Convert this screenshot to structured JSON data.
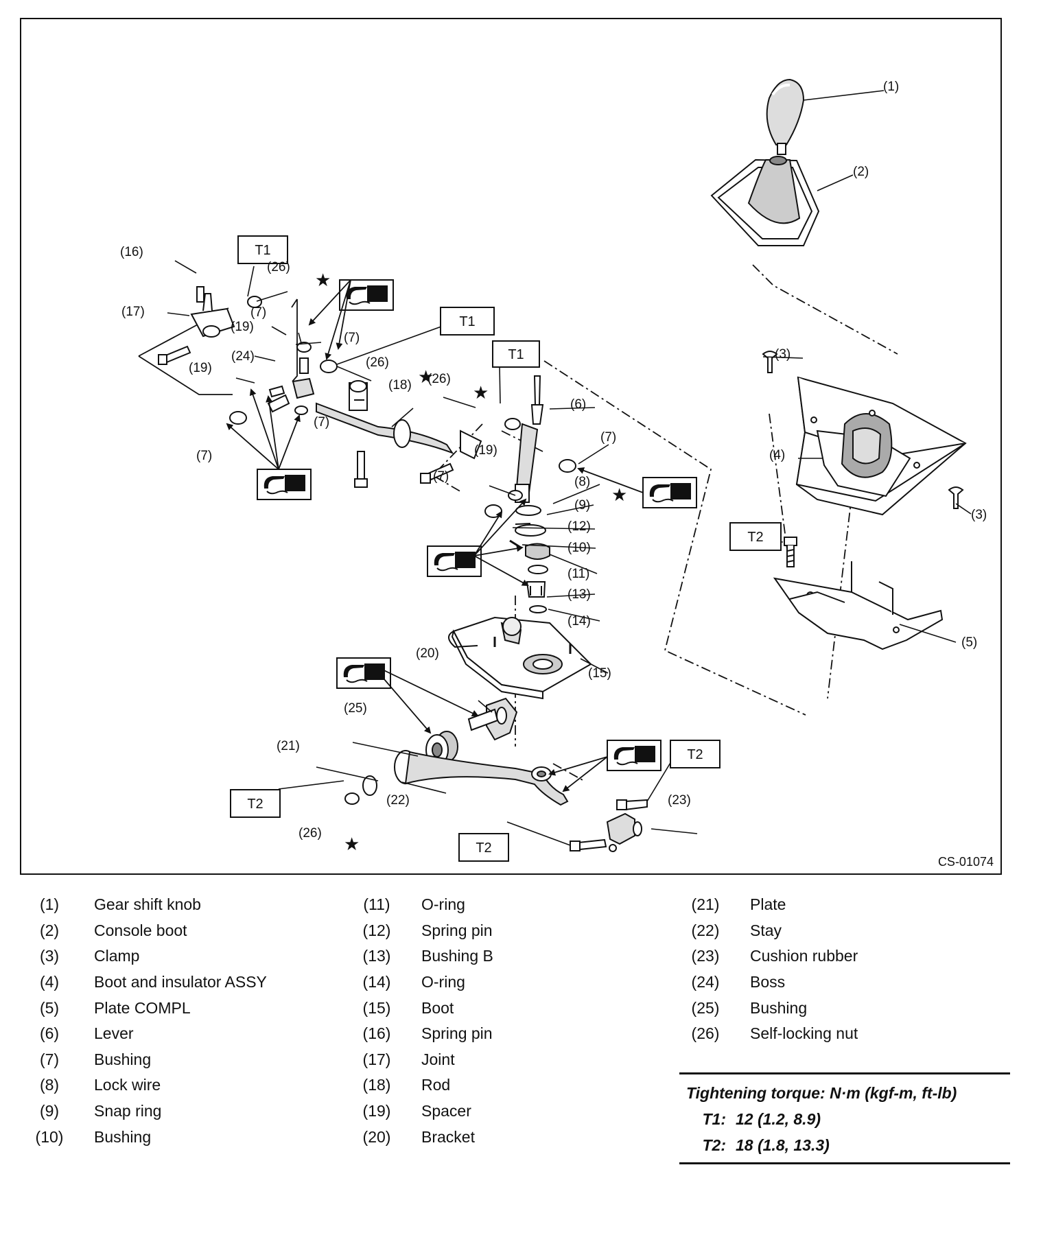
{
  "figure_id": "CS-01074",
  "torque_boxes": {
    "t1": "T1",
    "t2": "T2"
  },
  "callouts": {
    "c1": "(1)",
    "c2": "(2)",
    "c3": "(3)",
    "c4": "(4)",
    "c5": "(5)",
    "c6": "(6)",
    "c7": "(7)",
    "c8": "(8)",
    "c9": "(9)",
    "c10": "(10)",
    "c11": "(11)",
    "c12": "(12)",
    "c13": "(13)",
    "c14": "(14)",
    "c15": "(15)",
    "c16": "(16)",
    "c17": "(17)",
    "c18": "(18)",
    "c19": "(19)",
    "c20": "(20)",
    "c21": "(21)",
    "c22": "(22)",
    "c23": "(23)",
    "c24": "(24)",
    "c25": "(25)",
    "c26": "(26)"
  },
  "legend": [
    {
      "num": "(1)",
      "name": "Gear shift knob"
    },
    {
      "num": "(2)",
      "name": "Console boot"
    },
    {
      "num": "(3)",
      "name": "Clamp"
    },
    {
      "num": "(4)",
      "name": "Boot and insulator ASSY"
    },
    {
      "num": "(5)",
      "name": "Plate COMPL"
    },
    {
      "num": "(6)",
      "name": "Lever"
    },
    {
      "num": "(7)",
      "name": "Bushing"
    },
    {
      "num": "(8)",
      "name": "Lock wire"
    },
    {
      "num": "(9)",
      "name": "Snap ring"
    },
    {
      "num": "(10)",
      "name": "Bushing"
    },
    {
      "num": "(11)",
      "name": "O-ring"
    },
    {
      "num": "(12)",
      "name": "Spring pin"
    },
    {
      "num": "(13)",
      "name": "Bushing B"
    },
    {
      "num": "(14)",
      "name": "O-ring"
    },
    {
      "num": "(15)",
      "name": "Boot"
    },
    {
      "num": "(16)",
      "name": "Spring pin"
    },
    {
      "num": "(17)",
      "name": "Joint"
    },
    {
      "num": "(18)",
      "name": "Rod"
    },
    {
      "num": "(19)",
      "name": "Spacer"
    },
    {
      "num": "(20)",
      "name": "Bracket"
    },
    {
      "num": "(21)",
      "name": "Plate"
    },
    {
      "num": "(22)",
      "name": "Stay"
    },
    {
      "num": "(23)",
      "name": "Cushion rubber"
    },
    {
      "num": "(24)",
      "name": "Boss"
    },
    {
      "num": "(25)",
      "name": "Bushing"
    },
    {
      "num": "(26)",
      "name": "Self-locking nut"
    }
  ],
  "torque": {
    "title": "Tightening torque: N·m (kgf-m, ft-lb)",
    "rows": [
      {
        "label": "T1:",
        "value": "12 (1.2, 8.9)"
      },
      {
        "label": "T2:",
        "value": "18 (1.8, 13.3)"
      }
    ]
  }
}
